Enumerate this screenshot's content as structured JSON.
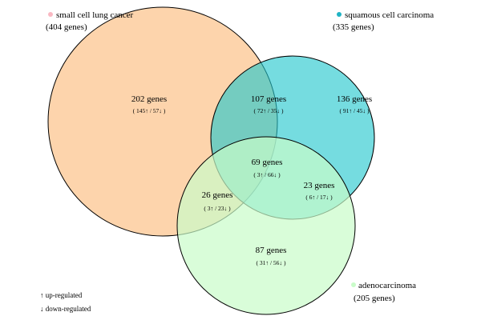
{
  "sets": [
    {
      "id": "sclc",
      "name": "small cell lung cancer",
      "size_label": "(404 genes)",
      "color": "#FDCB9A",
      "dot_color": "#F9B8C2"
    },
    {
      "id": "scc",
      "name": "squamous cell carcinoma",
      "size_label": "(335 genes)",
      "color": "#20C7CD",
      "dot_color": "#1FB3C4"
    },
    {
      "id": "adeno",
      "name": "adenocarcinoma",
      "size_label": "(205 genes)",
      "color": "#C9FCC9",
      "dot_color": "#C9FCC9"
    }
  ],
  "regions": {
    "sclc_only": {
      "count_label": "202 genes",
      "detail": "( 145↑ / 57↓ )"
    },
    "sclc_scc": {
      "count_label": "107 genes",
      "detail": "( 72↑ / 35↓ )"
    },
    "scc_only": {
      "count_label": "136 genes",
      "detail": "( 91↑ / 45↓ )"
    },
    "all_three": {
      "count_label": "69 genes",
      "detail": "( 3↑ / 66↓ )"
    },
    "sclc_adeno": {
      "count_label": "26 genes",
      "detail": "( 3↑ / 23↓ )"
    },
    "scc_adeno": {
      "count_label": "23 genes",
      "detail": "( 6↑ / 17↓ )"
    },
    "adeno_only": {
      "count_label": "87 genes",
      "detail": "( 31↑ / 56↓ )"
    }
  },
  "key": {
    "up": "↑ up-regulated",
    "down": "↓ down-regulated"
  }
}
